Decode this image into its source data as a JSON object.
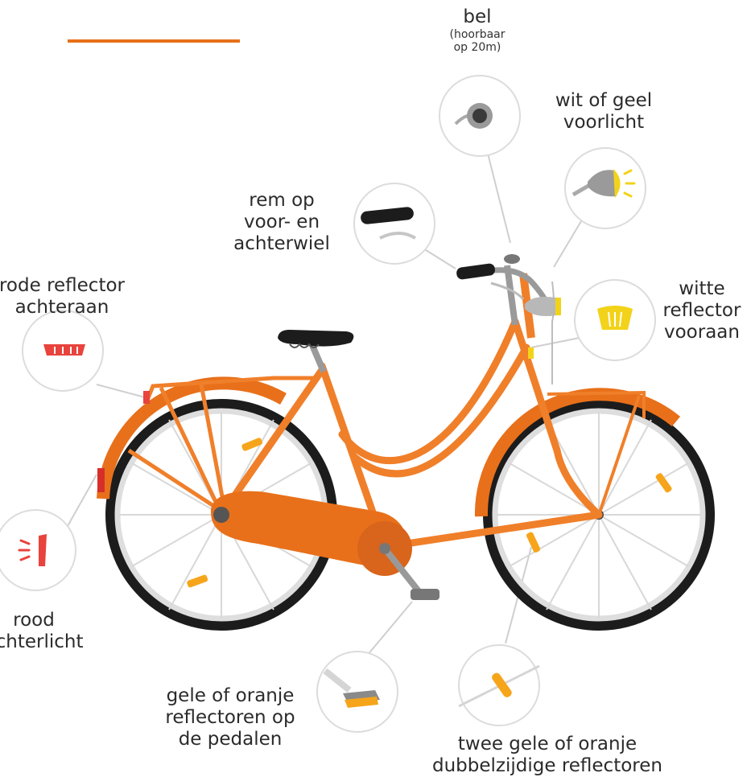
{
  "colors": {
    "accent": "#e8701a",
    "frame": "#f07f2a",
    "frame_dark": "#d9641b",
    "tire": "#1c1c1c",
    "rim": "#d5d5d5",
    "reflector_orange": "#f6a51b",
    "reflector_yellow": "#f2d31a",
    "reflector_red": "#e8433c",
    "circle_stroke": "#dcdcdc"
  },
  "labels": {
    "bell": {
      "title": "bel",
      "sub": [
        "(hoorbaar",
        "op 20m)"
      ]
    },
    "front_light": [
      "wit of geel",
      "voorlicht"
    ],
    "brake": [
      "rem op",
      "voor- en",
      "achterwiel"
    ],
    "red_rear_reflector": [
      "rode reflector",
      "achteraan"
    ],
    "white_front_reflector": [
      "witte",
      "reflector",
      "vooraan"
    ],
    "rear_light": [
      "rood",
      "achterlicht"
    ],
    "pedal_reflectors": [
      "gele of oranje",
      "reflectoren op",
      "de pedalen"
    ],
    "wheel_reflectors": [
      "twee gele of oranje",
      "dubbelzijdige reflectoren"
    ]
  },
  "icons": [
    "bell-icon",
    "front-light-icon",
    "brake-icon",
    "red-reflector-icon",
    "white-reflector-icon",
    "rear-light-icon",
    "pedal-icon",
    "spoke-reflector-icon"
  ]
}
